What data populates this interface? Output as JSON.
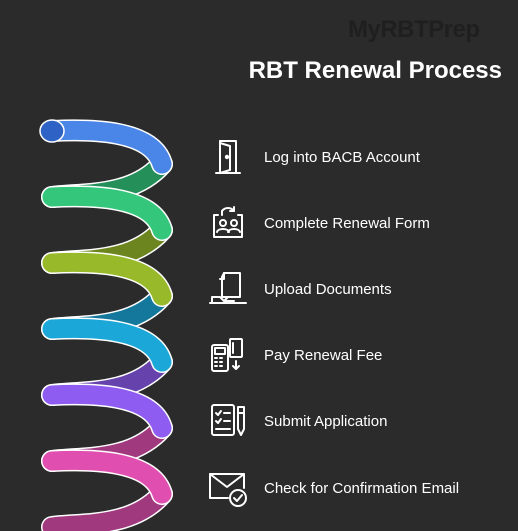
{
  "watermark": "MyRBTPrep",
  "title": "RBT Renewal Process",
  "colors": {
    "background": "#2b2b2b",
    "text": "#ffffff",
    "icon_stroke": "#ffffff",
    "watermark": "#1f1f1f"
  },
  "spring": {
    "coil_colors": [
      "#4a86e8",
      "#34c77b",
      "#97b92a",
      "#1ba7d8",
      "#8e5cf0",
      "#e04fb0"
    ]
  },
  "steps": [
    {
      "label": "Log into BACB Account",
      "icon": "door-login-icon"
    },
    {
      "label": "Complete Renewal Form",
      "icon": "user-swap-form-icon"
    },
    {
      "label": "Upload Documents",
      "icon": "upload-document-icon"
    },
    {
      "label": "Pay Renewal Fee",
      "icon": "payment-terminal-icon"
    },
    {
      "label": "Submit Application",
      "icon": "checklist-pen-icon"
    },
    {
      "label": "Check for Confirmation Email",
      "icon": "email-check-icon"
    }
  ]
}
